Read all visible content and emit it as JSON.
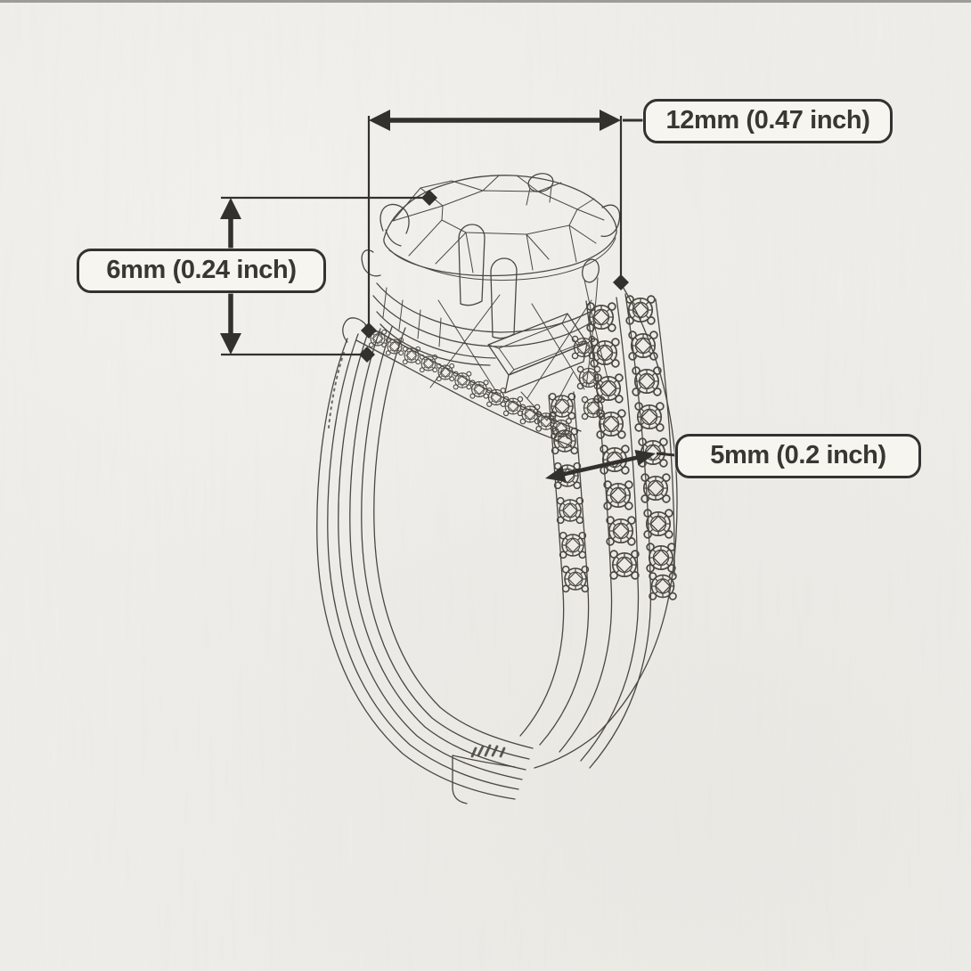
{
  "colors": {
    "paper": "#f0efeb",
    "paper_edge": "#9b9a96",
    "ink": "#4a4841",
    "dim": "#33312d",
    "label_bg": "#f6f5f0",
    "label_border": "#343230",
    "label_text": "#393732"
  },
  "labels": {
    "width": "12mm (0.47 inch)",
    "height": "6mm (0.24 inch)",
    "band_width": "5mm (0.2 inch)"
  }
}
